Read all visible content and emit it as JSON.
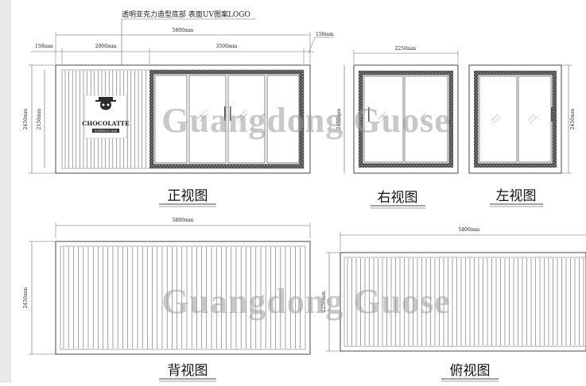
{
  "annotation": "透明亚克力造型底部 表面UV图案LOGO",
  "watermark": "Guangdong Guose",
  "logo": {
    "main": "CHOCOLATTE",
    "sub": "ESPRESSO BAR"
  },
  "views": {
    "front": {
      "label": "正视图",
      "dims": {
        "total": "5800mm",
        "left": "150mm",
        "right": "150mm",
        "seg1": "2000mm",
        "seg2": "3500mm",
        "height_outer": "2450mm",
        "height_inner": "2150mm"
      }
    },
    "right": {
      "label": "右视图",
      "dims": {
        "width": "2250mm",
        "height": "2450mm"
      }
    },
    "left": {
      "label": "左视图",
      "dims": {
        "height": "2450mm"
      }
    },
    "back": {
      "label": "背视图",
      "dims": {
        "width": "5800mm",
        "height": "2450mm"
      }
    },
    "top": {
      "label": "俯视图",
      "dims": {
        "width": "5800mm",
        "height": "2250mm"
      }
    }
  },
  "colors": {
    "line": "#555555",
    "accent_dark": "#2a2a2a",
    "paper": "#ffffff"
  }
}
